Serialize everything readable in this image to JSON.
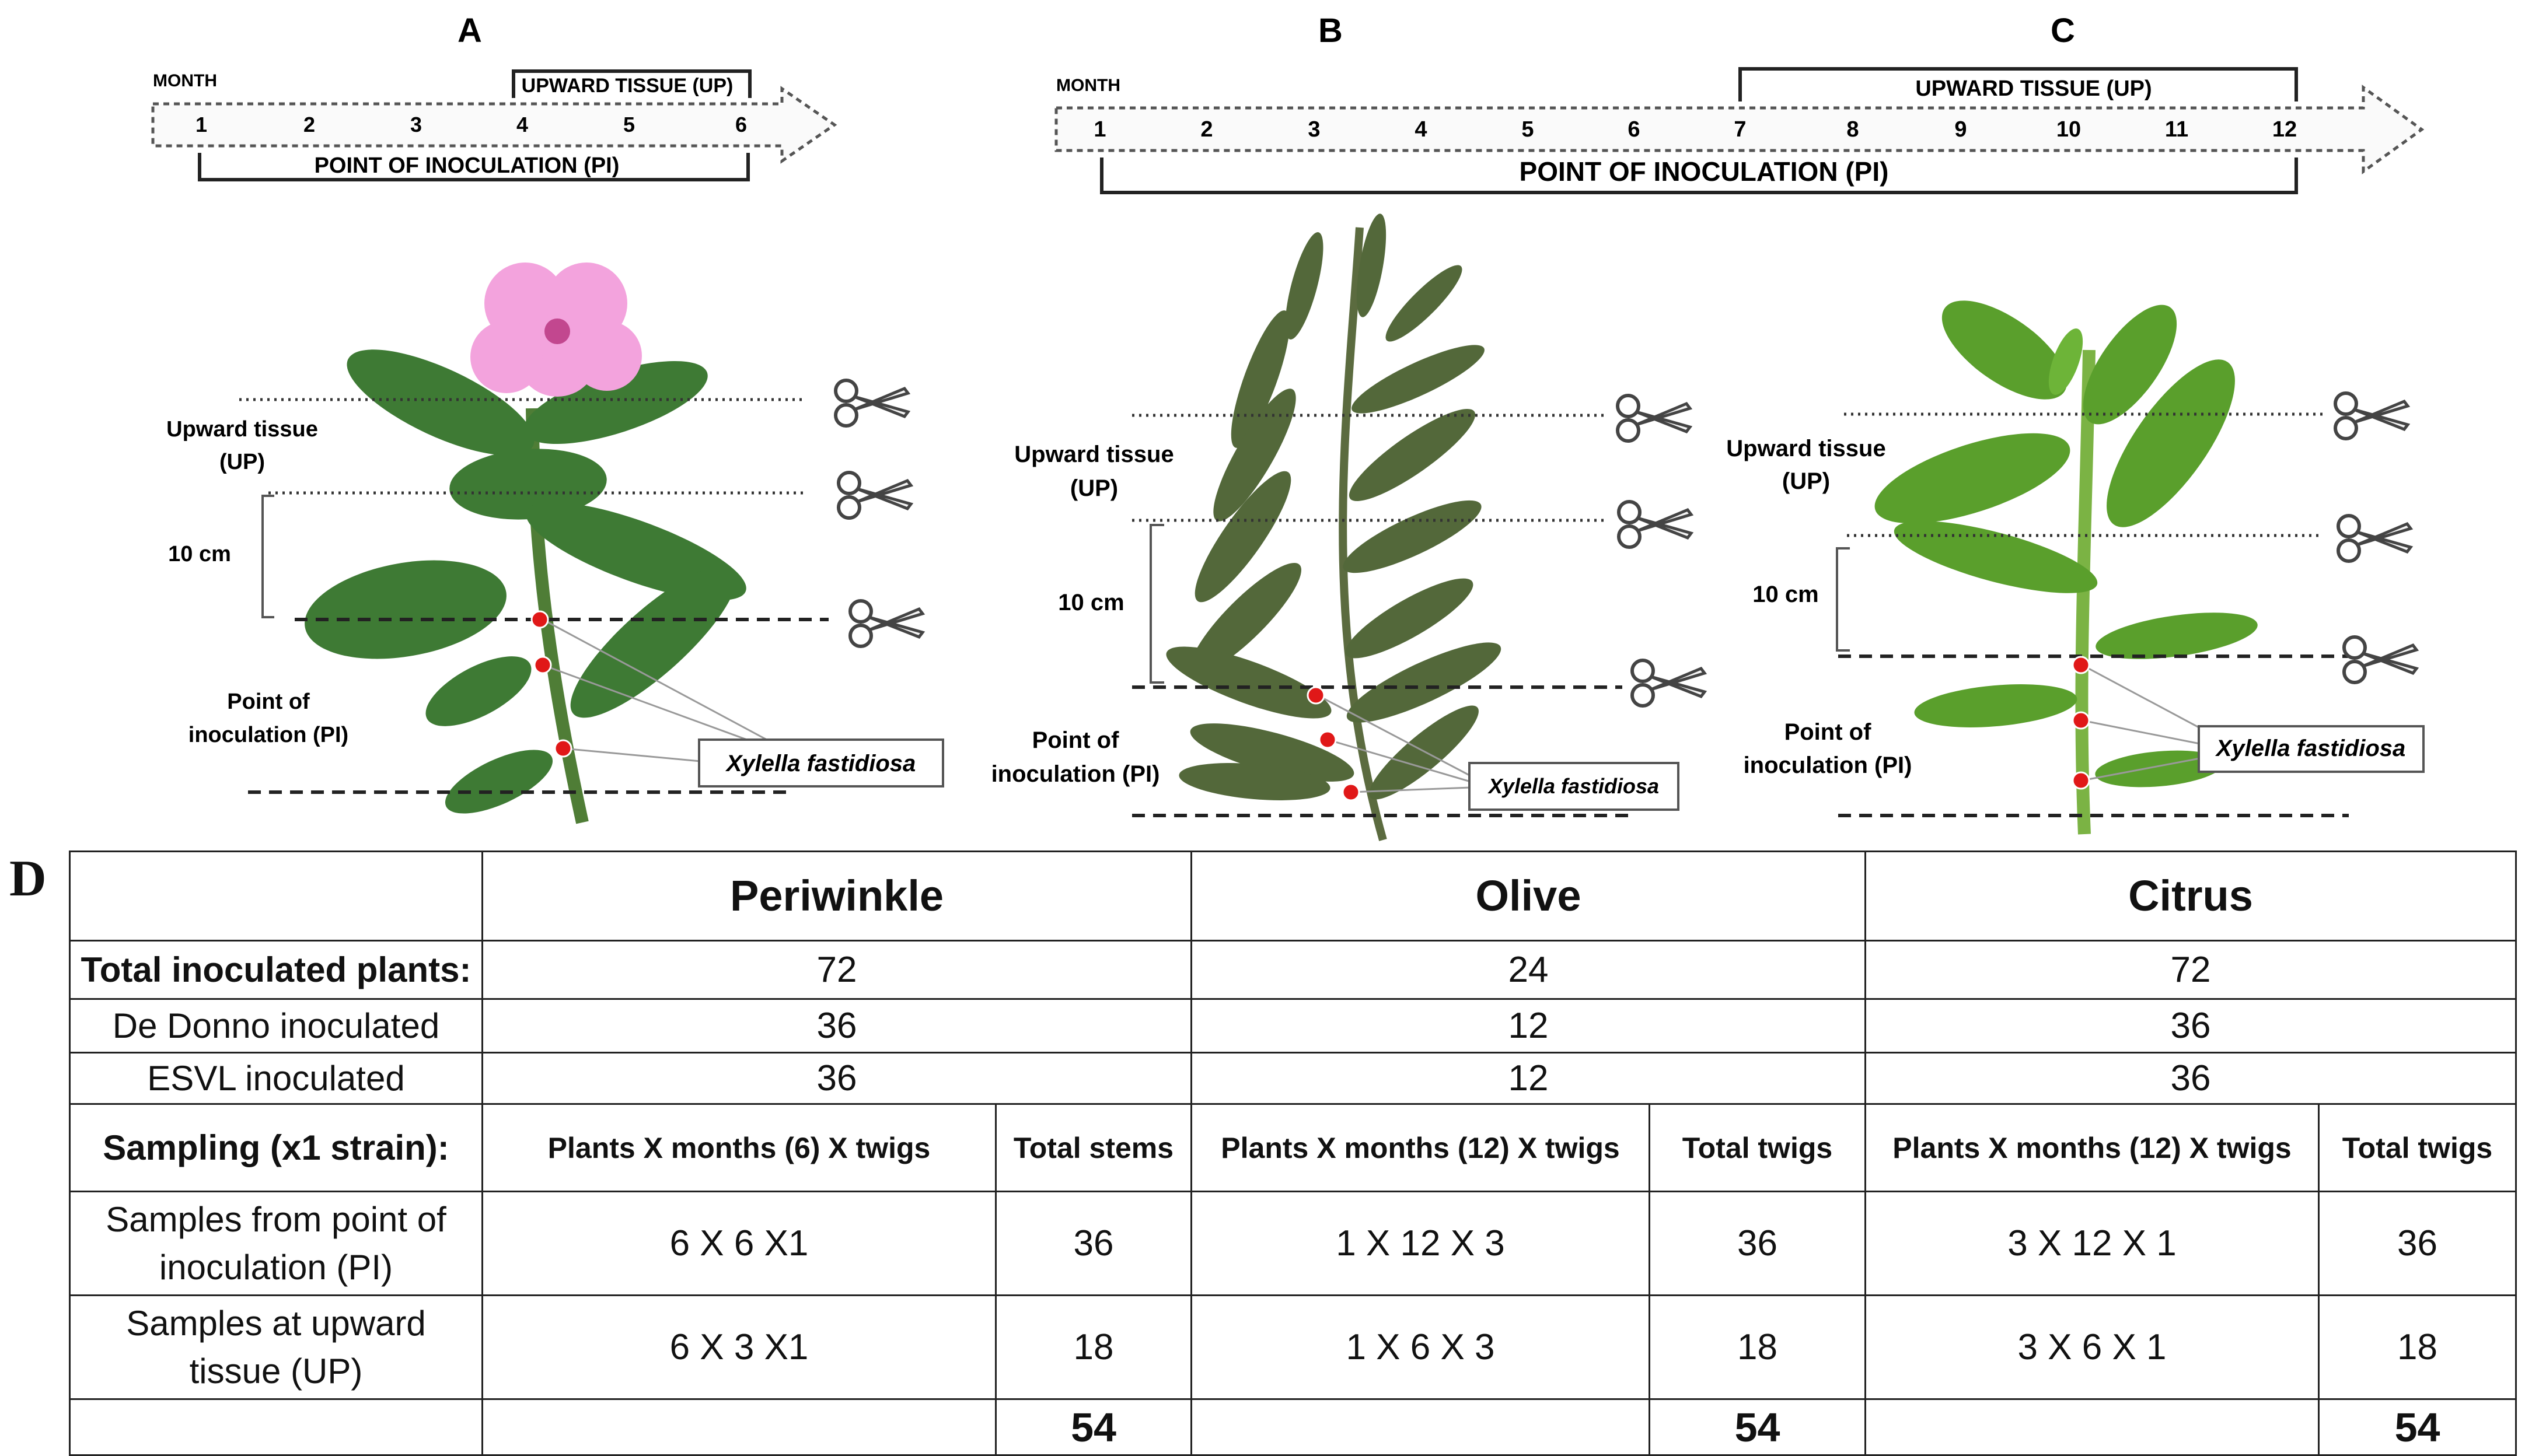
{
  "panels": {
    "a": {
      "letter": "A",
      "month_label": "MONTH",
      "months": [
        "1",
        "2",
        "3",
        "4",
        "5",
        "6"
      ],
      "up_label": "UPWARD TISSUE (UP)",
      "pi_label": "POINT OF INOCULATION (PI)",
      "label_up_1": "Upward tissue",
      "label_up_2": "(UP)",
      "label_cm": "10 cm",
      "label_pi_1": "Point of",
      "label_pi_2": "inoculation (PI)",
      "xylella": "Xylella fastidiosa"
    },
    "b": {
      "letter": "B",
      "month_label": "MONTH",
      "months": [
        "1",
        "2",
        "3",
        "4",
        "5",
        "6",
        "7",
        "8",
        "9",
        "10",
        "11",
        "12"
      ],
      "up_label": "UPWARD TISSUE (UP)",
      "pi_label": "POINT OF INOCULATION (PI)",
      "label_up_1": "Upward tissue",
      "label_up_2": "(UP)",
      "label_cm": "10 cm",
      "label_pi_1": "Point of",
      "label_pi_2": "inoculation (PI)",
      "xylella": "Xylella fastidiosa"
    },
    "c": {
      "letter": "C",
      "label_up_1": "Upward tissue",
      "label_up_2": "(UP)",
      "label_cm": "10 cm",
      "label_pi_1": "Point of",
      "label_pi_2": "inoculation (PI)",
      "xylella": "Xylella fastidiosa"
    }
  },
  "colors": {
    "periwinkle_leaf": "#3e7a34",
    "periwinkle_flower": "#f3a3dd",
    "olive_leaf": "#53683a",
    "citrus_leaf": "#5a9f2c",
    "inoculation_dot": "#e01818"
  },
  "icons": [
    "scissors-icon"
  ],
  "table": {
    "letter": "D",
    "headers": [
      "Periwinkle",
      "Olive",
      "Citrus"
    ],
    "total_label": "Total inoculated plants:",
    "total_values": [
      "72",
      "24",
      "72"
    ],
    "dedonno_label": "De Donno inoculated",
    "dedonno_values": [
      "36",
      "12",
      "36"
    ],
    "esvl_label": "ESVL inoculated",
    "esvl_values": [
      "36",
      "12",
      "36"
    ],
    "sampling_label": "Sampling (x1 strain):",
    "sampling_cols": [
      "Plants X months (6) X twigs",
      "Total stems",
      "Plants X months (12) X twigs",
      "Total twigs",
      "Plants X months (12) X twigs",
      "Total twigs"
    ],
    "pi_label": "Samples from point of inoculation (PI)",
    "pi_values": [
      "6 X 6 X1",
      "36",
      "1 X 12 X 3",
      "36",
      "3 X 12 X 1",
      "36"
    ],
    "up_label": "Samples at upward tissue (UP)",
    "up_values": [
      "6 X 3 X1",
      "18",
      "1 X 6 X 3",
      "18",
      "3 X 6 X 1",
      "18"
    ],
    "totals": [
      "54",
      "54",
      "54"
    ]
  }
}
